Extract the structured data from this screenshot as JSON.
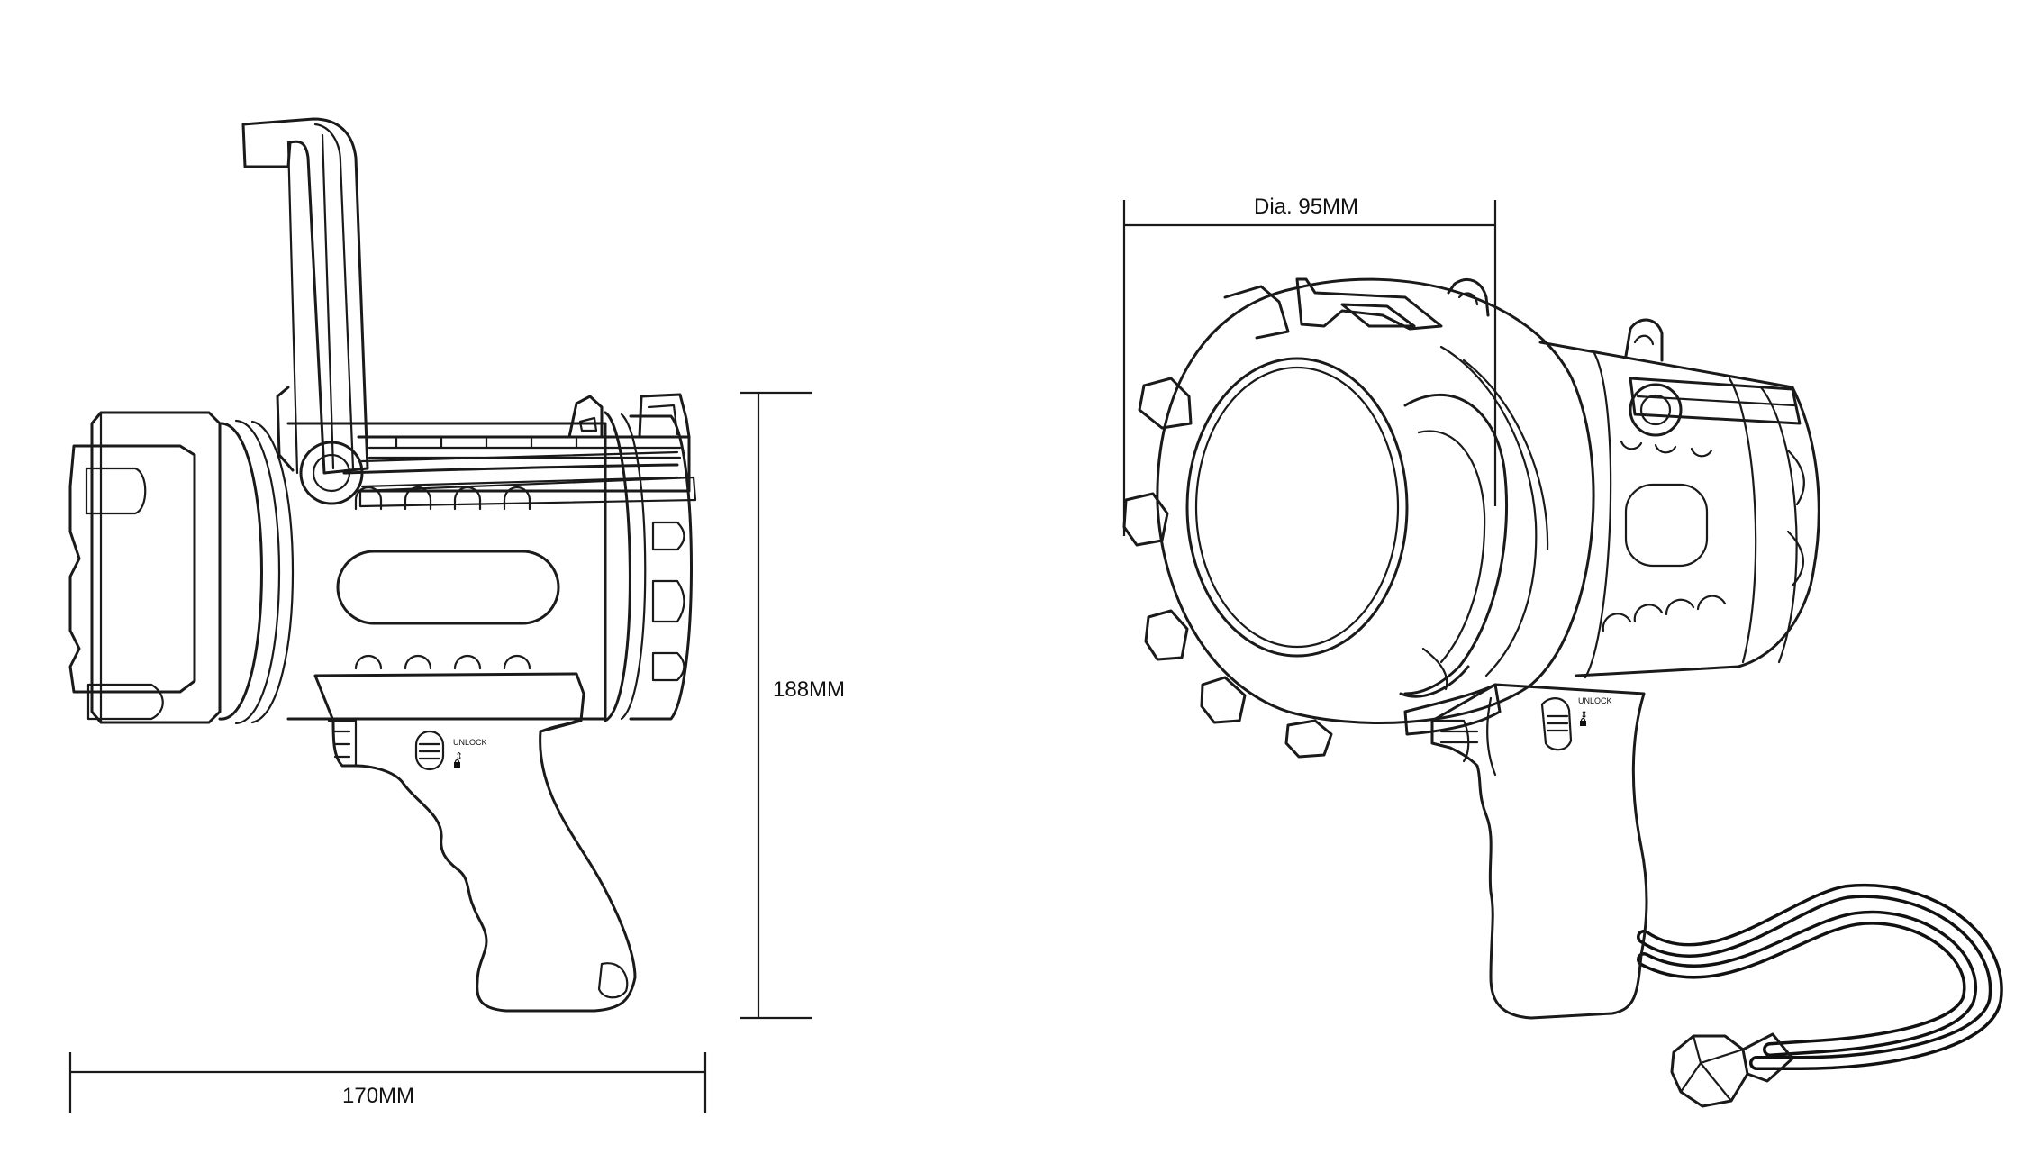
{
  "dimensions": {
    "width_label": "170MM",
    "height_label": "188MM",
    "diameter_label": "Dia. 95MM"
  },
  "switch_labels": {
    "side_view": "UNLOCK",
    "front_view": "UNLOCK"
  },
  "icons": {
    "switch_arrows": "up-down-arrow-icon",
    "lock": "lock-icon"
  },
  "colors": {
    "line": "#1a1a1a",
    "background": "#ffffff"
  }
}
